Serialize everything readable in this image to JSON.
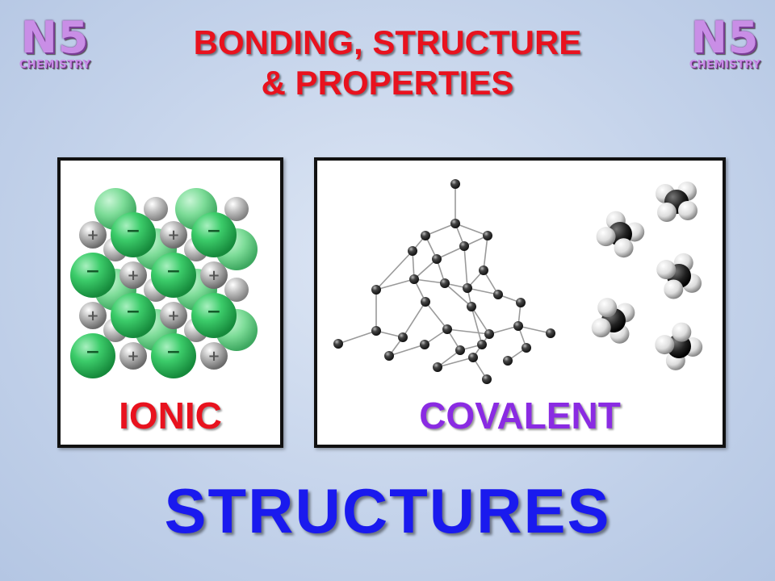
{
  "badge": {
    "level": "N5",
    "subject": "CHEMISTRY",
    "color": "#c98ee6"
  },
  "header": {
    "title_line1": "BONDING, STRUCTURE",
    "title_line2": "& PROPERTIES",
    "color": "#e8121e"
  },
  "panels": {
    "ionic": {
      "label": "IONIC",
      "label_color": "#e8121e",
      "ion_colors": {
        "anion": "#3ccc6a",
        "cation": "#b8b8b8"
      },
      "signs": {
        "positive": "+",
        "negative": "−"
      }
    },
    "covalent": {
      "label": "COVALENT",
      "label_color": "#8a2be2",
      "atom_color": "#333333",
      "molecule_colors": {
        "carbon": "#222222",
        "hydrogen": "#eeeeee"
      }
    }
  },
  "footer": {
    "text": "STRUCTURES",
    "color": "#1a1aee"
  }
}
